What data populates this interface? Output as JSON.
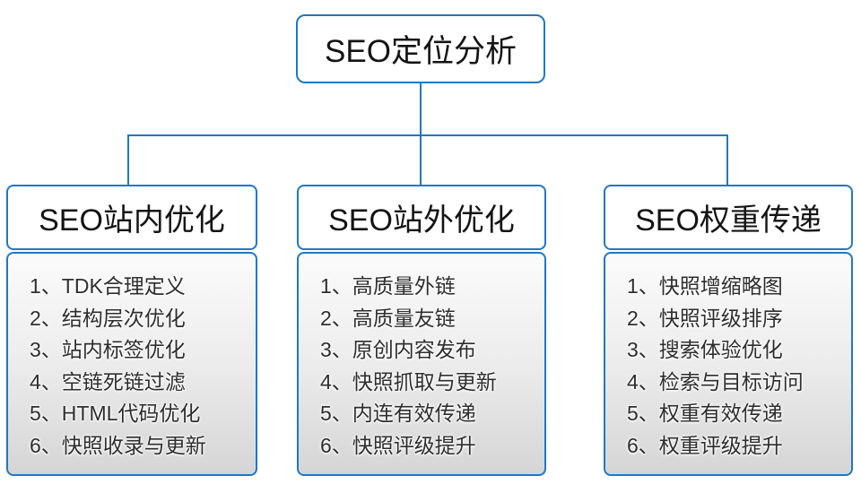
{
  "root": {
    "title": "SEO定位分析"
  },
  "columns": [
    {
      "title": "SEO站内优化",
      "items": [
        "1、TDK合理定义",
        "2、结构层次优化",
        "3、站内标签优化",
        "4、空链死链过滤",
        "5、HTML代码优化",
        "6、快照收录与更新"
      ]
    },
    {
      "title": "SEO站外优化",
      "items": [
        "1、高质量外链",
        "2、高质量友链",
        "3、原创内容发布",
        "4、快照抓取与更新",
        "5、内连有效传递",
        "6、快照评级提升"
      ]
    },
    {
      "title": "SEO权重传递",
      "items": [
        "1、快照增缩略图",
        "2、快照评级排序",
        "3、搜索体验优化",
        "4、检索与目标访问",
        "5、权重有效传递",
        "6、权重评级提升"
      ]
    }
  ],
  "colors": {
    "accent_blue": "#2177c2",
    "text_dark": "#141414",
    "panel_gradient_top": "#fbfbfb",
    "panel_gradient_bottom": "#d5d5d5"
  }
}
